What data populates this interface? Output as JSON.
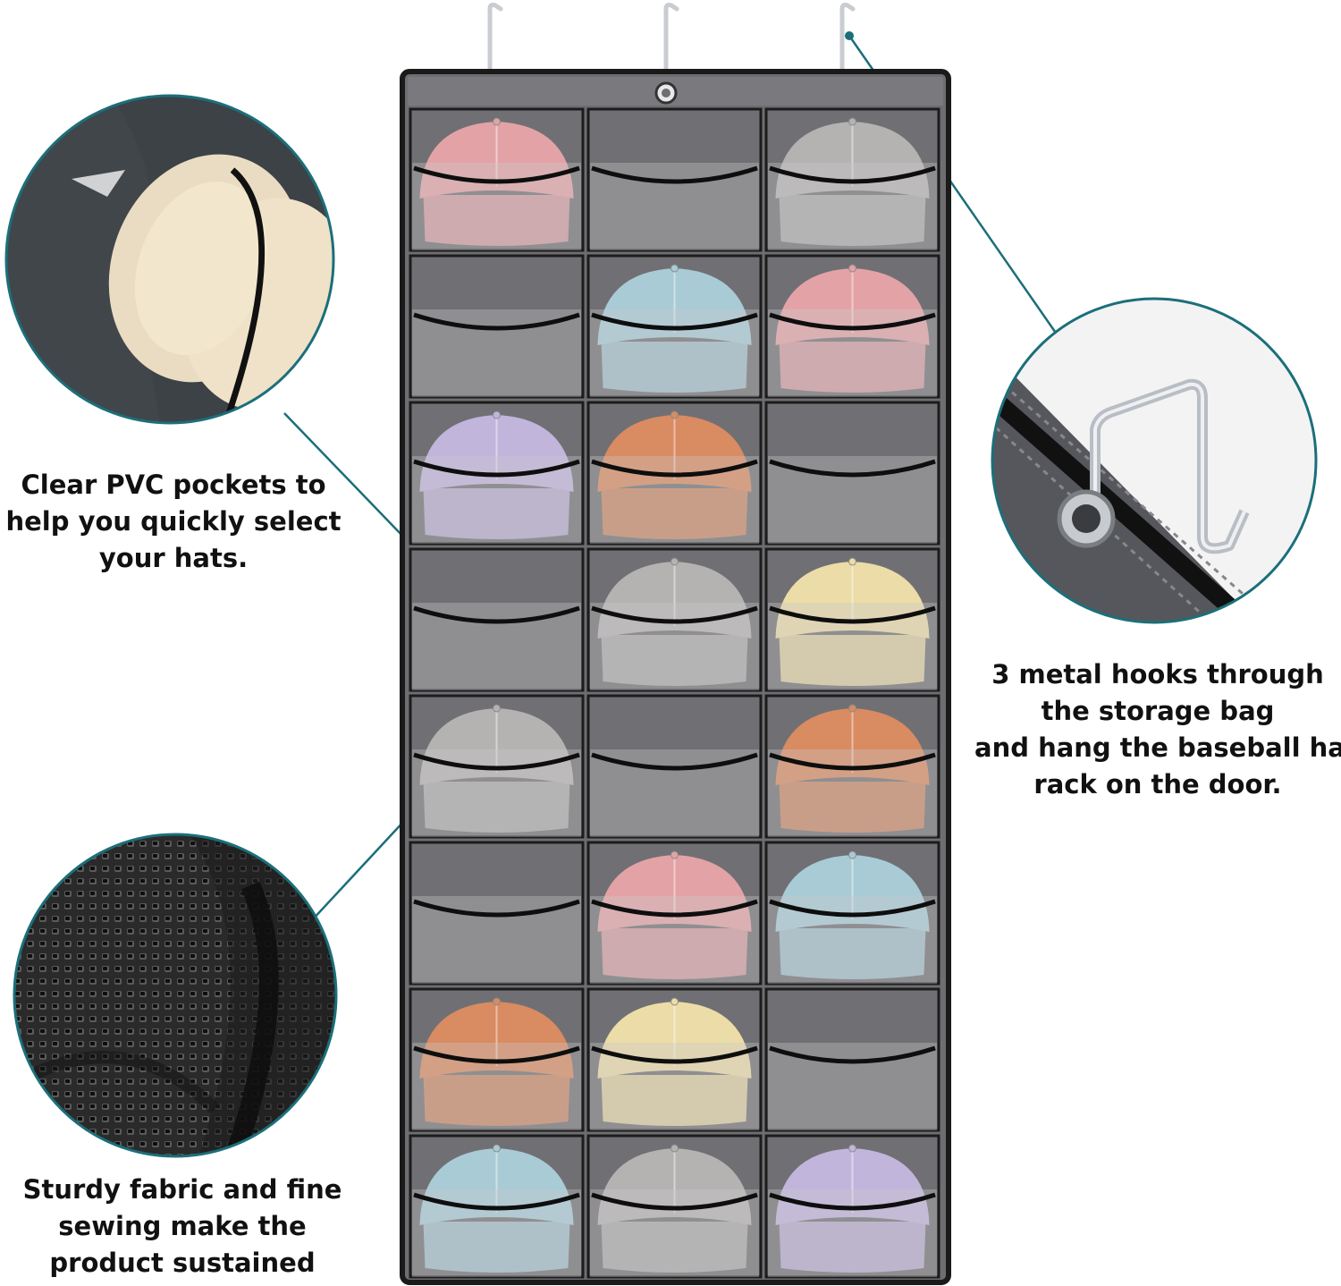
{
  "captions": {
    "pvc": [
      "Clear PVC pockets to",
      "help you quickly select",
      "your hats."
    ],
    "hooks": [
      "3 metal hooks through",
      "the storage bag",
      "and hang the baseball hat",
      "rack on the door."
    ],
    "fabric": [
      "Sturdy fabric and fine",
      "sewing make the",
      "product sustained"
    ]
  },
  "colors": {
    "accent_line": "#1b6f7a",
    "organizer_border": "#1a1a1a",
    "organizer_fabric": "#6e6e72",
    "pocket_pvc": "#8c8c90"
  },
  "organizer": {
    "columns": 3,
    "rows": 8,
    "hooks": 3,
    "hat_colors": {
      "pink": "#e3a3a6",
      "gray": "#b5b3b2",
      "blue": "#a9cbd6",
      "lavender": "#c2b5dc",
      "orange": "#d98b62",
      "yellow": "#ecdca8"
    },
    "pockets": [
      [
        "pink",
        "",
        "gray"
      ],
      [
        "",
        "blue",
        "pink"
      ],
      [
        "lavender",
        "orange",
        ""
      ],
      [
        "",
        "gray",
        "yellow"
      ],
      [
        "gray",
        "",
        "orange"
      ],
      [
        "",
        "pink",
        "blue"
      ],
      [
        "orange",
        "yellow",
        ""
      ],
      [
        "blue",
        "gray",
        "lavender"
      ]
    ]
  },
  "insets": [
    {
      "icon": "pvc-pocket-closeup-image"
    },
    {
      "icon": "metal-hook-closeup-image"
    },
    {
      "icon": "fabric-mesh-closeup-image"
    }
  ]
}
